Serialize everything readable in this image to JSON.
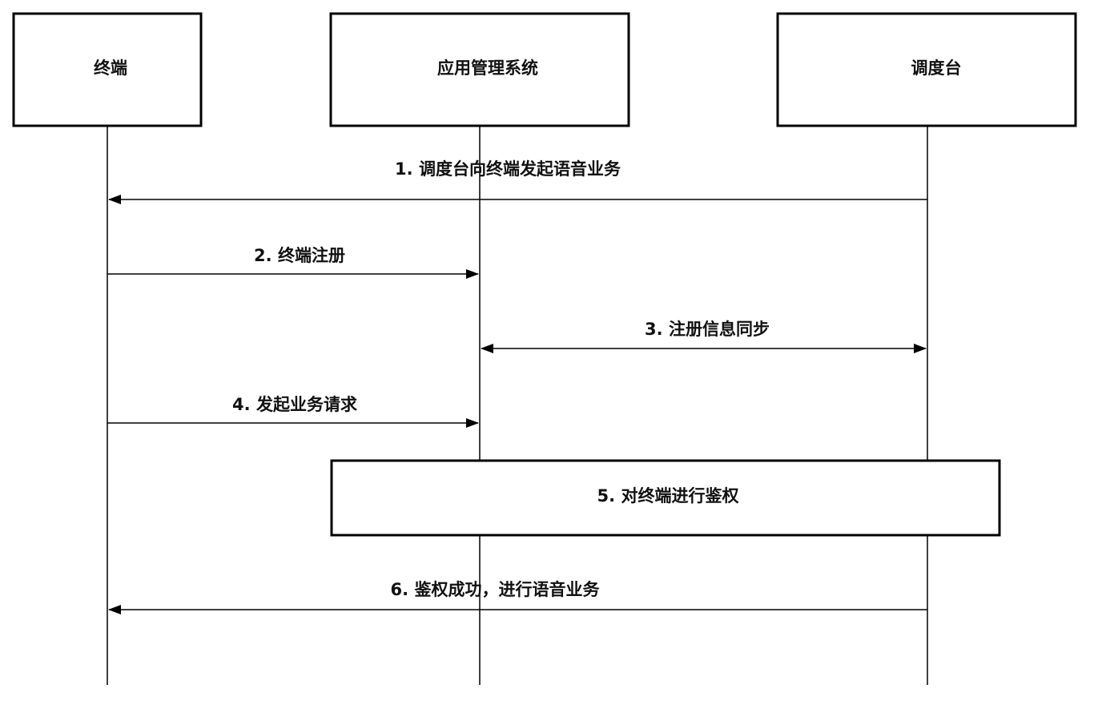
{
  "participants": {
    "terminal": "终端",
    "app_system": "应用管理系统",
    "dispatch": "调度台"
  },
  "messages": {
    "m1": "1. 调度台向终端发起语音业务",
    "m2": "2. 终端注册",
    "m3": "3. 注册信息同步",
    "m4": "4. 发起业务请求",
    "m6": "6. 鉴权成功，进行语音业务"
  },
  "process": {
    "p5": "5. 对终端进行鉴权"
  },
  "colors": {
    "line": "#000000",
    "text": "#111111",
    "background": "#ffffff"
  }
}
